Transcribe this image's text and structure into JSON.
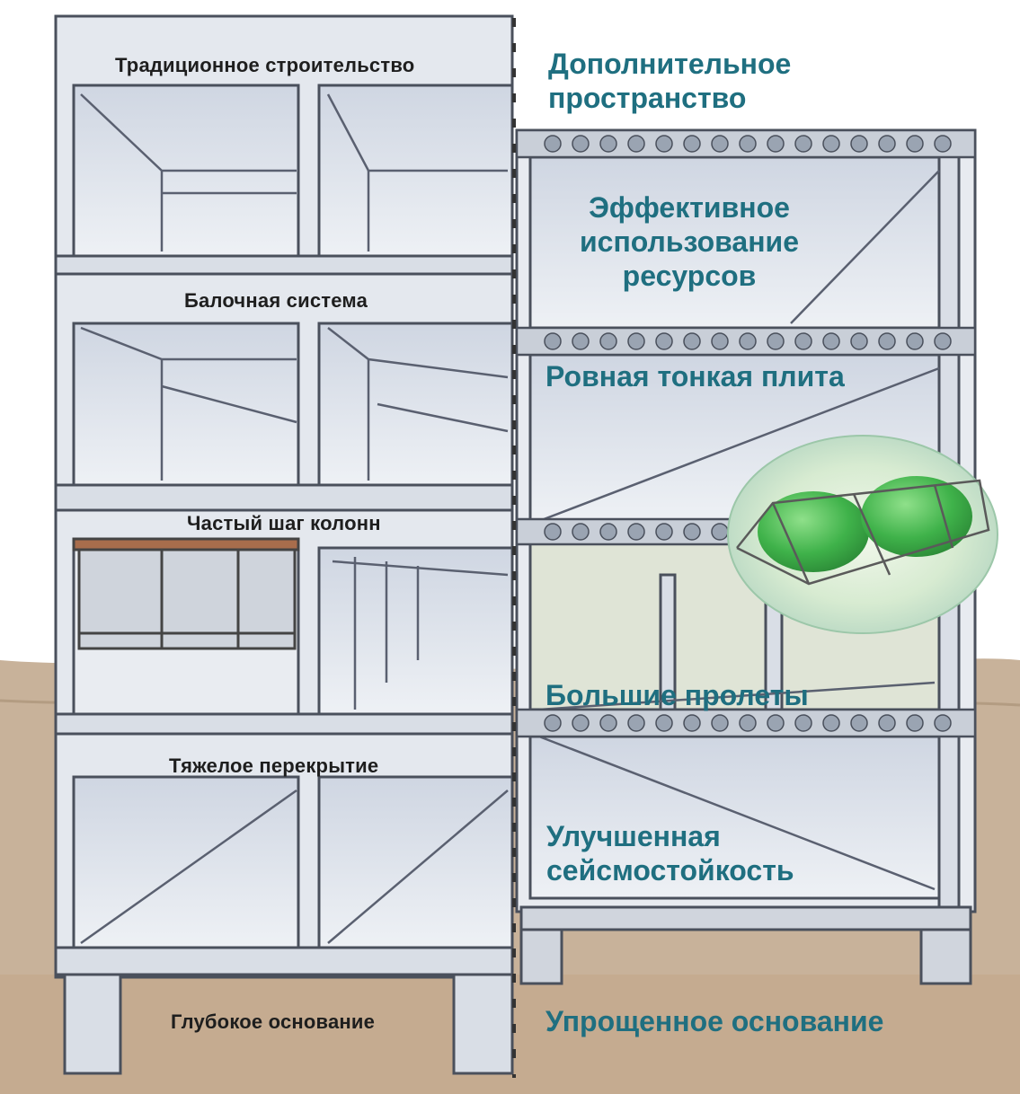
{
  "left_side": {
    "traditional": "Традиционное строительство",
    "beam_system": "Балочная система",
    "column_pitch": "Частый шаг колонн",
    "heavy_slab": "Тяжелое перекрытие",
    "deep_foundation": "Глубокое основание"
  },
  "right_side": {
    "extra_space": [
      "Дополнительное",
      "пространство"
    ],
    "resources": [
      "Эффективное",
      "использование",
      "ресурсов"
    ],
    "flat_slab": "Ровная тонкая плита",
    "large_spans": "Большие пролеты",
    "seismic": [
      "Улучшенная",
      "сейсмостойкость"
    ],
    "simple_foundation": "Упрощенное основание"
  },
  "colors": {
    "accent_text": "#1f6f80",
    "dark_text": "#1e1e1e",
    "concrete": "#e4e8ee",
    "ground": "#c8b29a",
    "module_green": "#3fb24a"
  }
}
